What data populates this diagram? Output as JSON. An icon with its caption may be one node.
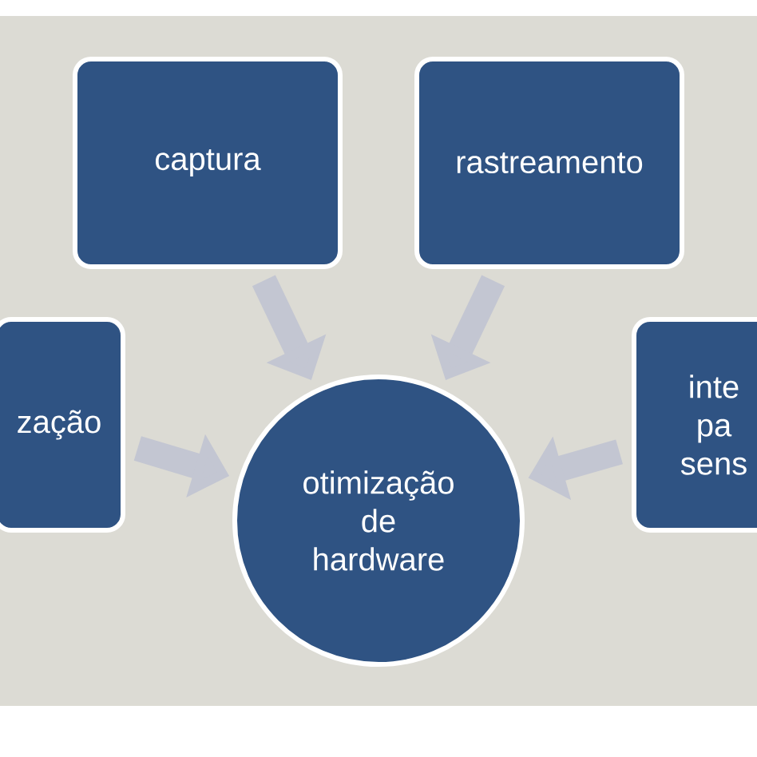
{
  "diagram": {
    "nodes": [
      {
        "text": [
          "captura"
        ]
      },
      {
        "text": [
          "rastreamento"
        ]
      },
      {
        "text": [
          "zação"
        ]
      },
      {
        "text": [
          "inte pa sens"
        ]
      },
      {
        "text": [
          "otimização de hardware"
        ]
      }
    ],
    "edges": [
      {
        "from": 0,
        "to": 4,
        "arrow": "to"
      },
      {
        "from": 1,
        "to": 4,
        "arrow": "to"
      },
      {
        "from": 2,
        "to": 4,
        "arrow": "to"
      },
      {
        "from": 3,
        "to": 4,
        "arrow": "to"
      }
    ]
  }
}
